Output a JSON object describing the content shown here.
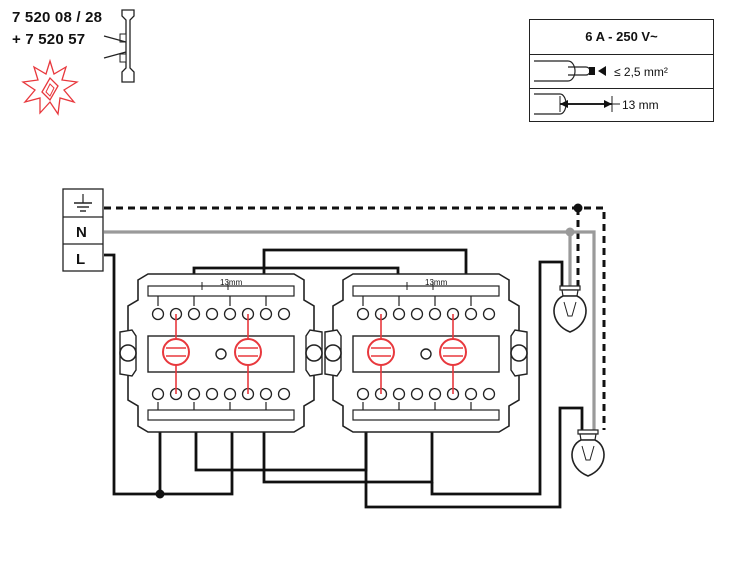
{
  "references": {
    "line1": "7 520 08 / 28",
    "line2": "+ 7 520 57"
  },
  "specs": {
    "rating": "6 A - 250 V~",
    "wire_section": "≤ 2,5 mm²",
    "strip_length": "13 mm"
  },
  "terminals": {
    "neutral": "N",
    "live": "L"
  },
  "dimension_label": "13mm",
  "icons": {
    "switch_clip": "mounting-clip-icon",
    "pilot_light": "pilot-light-icon",
    "earth": "earth-icon",
    "lamp": "lamp-icon"
  },
  "colors": {
    "wire": "#111111",
    "neutral_wire": "#9a9a9a",
    "indicator": "#e8383d"
  }
}
